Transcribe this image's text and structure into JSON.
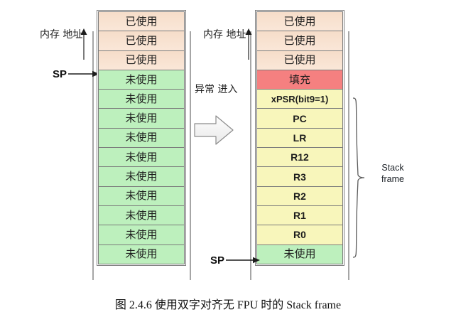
{
  "figure": {
    "caption": "图 2.4.6  使用双字对齐无 FPU 时的 Stack frame"
  },
  "left_panel": {
    "address_label": "内存\n地址",
    "address_arrow_icon": "up-arrow-icon",
    "sp_label": "SP",
    "sp_arrow_icon": "right-arrow-icon",
    "cells": [
      {
        "text": "已使用",
        "kind": "used"
      },
      {
        "text": "已使用",
        "kind": "used"
      },
      {
        "text": "已使用",
        "kind": "used"
      },
      {
        "text": "未使用",
        "kind": "free"
      },
      {
        "text": "未使用",
        "kind": "free"
      },
      {
        "text": "未使用",
        "kind": "free"
      },
      {
        "text": "未使用",
        "kind": "free"
      },
      {
        "text": "未使用",
        "kind": "free"
      },
      {
        "text": "未使用",
        "kind": "free"
      },
      {
        "text": "未使用",
        "kind": "free"
      },
      {
        "text": "未使用",
        "kind": "free"
      },
      {
        "text": "未使用",
        "kind": "free"
      },
      {
        "text": "未使用",
        "kind": "free"
      }
    ]
  },
  "transition": {
    "label": "异常\n进入",
    "arrow_icon": "block-right-arrow-icon"
  },
  "right_panel": {
    "address_label": "内存\n地址",
    "address_arrow_icon": "up-arrow-icon",
    "sp_label": "SP",
    "sp_arrow_icon": "right-arrow-icon",
    "cells": [
      {
        "text": "已使用",
        "kind": "used"
      },
      {
        "text": "已使用",
        "kind": "used"
      },
      {
        "text": "已使用",
        "kind": "used"
      },
      {
        "text": "填充",
        "kind": "pad"
      },
      {
        "text": "xPSR(bit9=1)",
        "kind": "reg-small"
      },
      {
        "text": "PC",
        "kind": "reg"
      },
      {
        "text": "LR",
        "kind": "reg"
      },
      {
        "text": "R12",
        "kind": "reg"
      },
      {
        "text": "R3",
        "kind": "reg"
      },
      {
        "text": "R2",
        "kind": "reg"
      },
      {
        "text": "R1",
        "kind": "reg"
      },
      {
        "text": "R0",
        "kind": "reg"
      },
      {
        "text": "未使用",
        "kind": "free"
      }
    ],
    "brace_label": "Stack\nframe",
    "brace_icon": "curly-brace-icon"
  },
  "colors": {
    "used": "#f8e2d0",
    "free": "#bdf0bd",
    "padding": "#f58080",
    "register": "#f8f6bb",
    "border": "#7b7b7b",
    "rule": "#a6a6a6",
    "text": "#1d1d1d"
  }
}
